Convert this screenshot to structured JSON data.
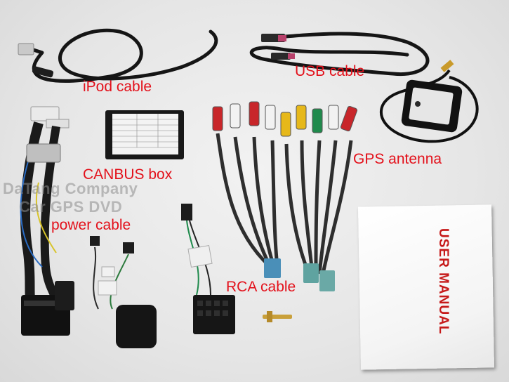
{
  "labels": {
    "ipod": "iPod cable",
    "usb": "USB cable",
    "gps": "GPS antenna",
    "canbus": "CANBUS box",
    "power": "power cable",
    "rca": "RCA cable"
  },
  "watermark": {
    "line1": "DaTang Company",
    "line2": "Car GPS DVD"
  },
  "manual": {
    "title": "USER  MANUAL"
  },
  "colors": {
    "label": "#e3101a",
    "manual_title": "#c61a1a",
    "rca_red": "#c8262a",
    "rca_white": "#f2f2f2",
    "rca_yellow": "#e6b81a",
    "rca_green": "#1f8a4c"
  }
}
